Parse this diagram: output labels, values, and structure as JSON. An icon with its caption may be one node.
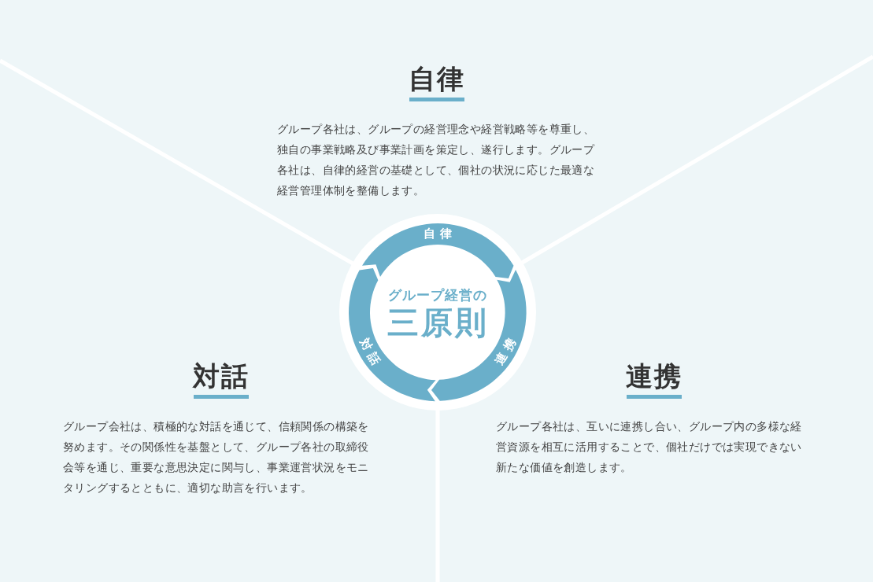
{
  "diagram": {
    "nodes": [
      {
        "text": [
          "自律",
          "グループ各社は、グループの経営理念や経営戦略等を尊重し、独自の事業戦略及び事業計画を策定し、遂行します。グループ各社は、自律的経営の基礎として、個社の状況に応じた最適な経営管理体制を整備します。"
        ]
      },
      {
        "text": [
          "グループ経営の",
          "三原則"
        ]
      },
      {
        "text": [
          "自律"
        ],
        "in": 1
      },
      {
        "text": [
          "対話"
        ],
        "in": 1
      },
      {
        "text": [
          "連携"
        ],
        "in": 1
      },
      {
        "text": [
          "対話",
          "グループ会社は、積極的な対話を通じて、信頼関係の構築を努めます。その関係性を基盤として、グループ各社の取締役会等を通じ、重要な意思決定に関与し、事業運営状況をモニタリングするとともに、適切な助言を行います。"
        ]
      },
      {
        "text": [
          "連携",
          "グループ各社は、互いに連携し合い、グループ内の多様な経営資源を相互に活用することで、個社だけでは実現できない新たな価値を創造します。"
        ]
      }
    ]
  }
}
